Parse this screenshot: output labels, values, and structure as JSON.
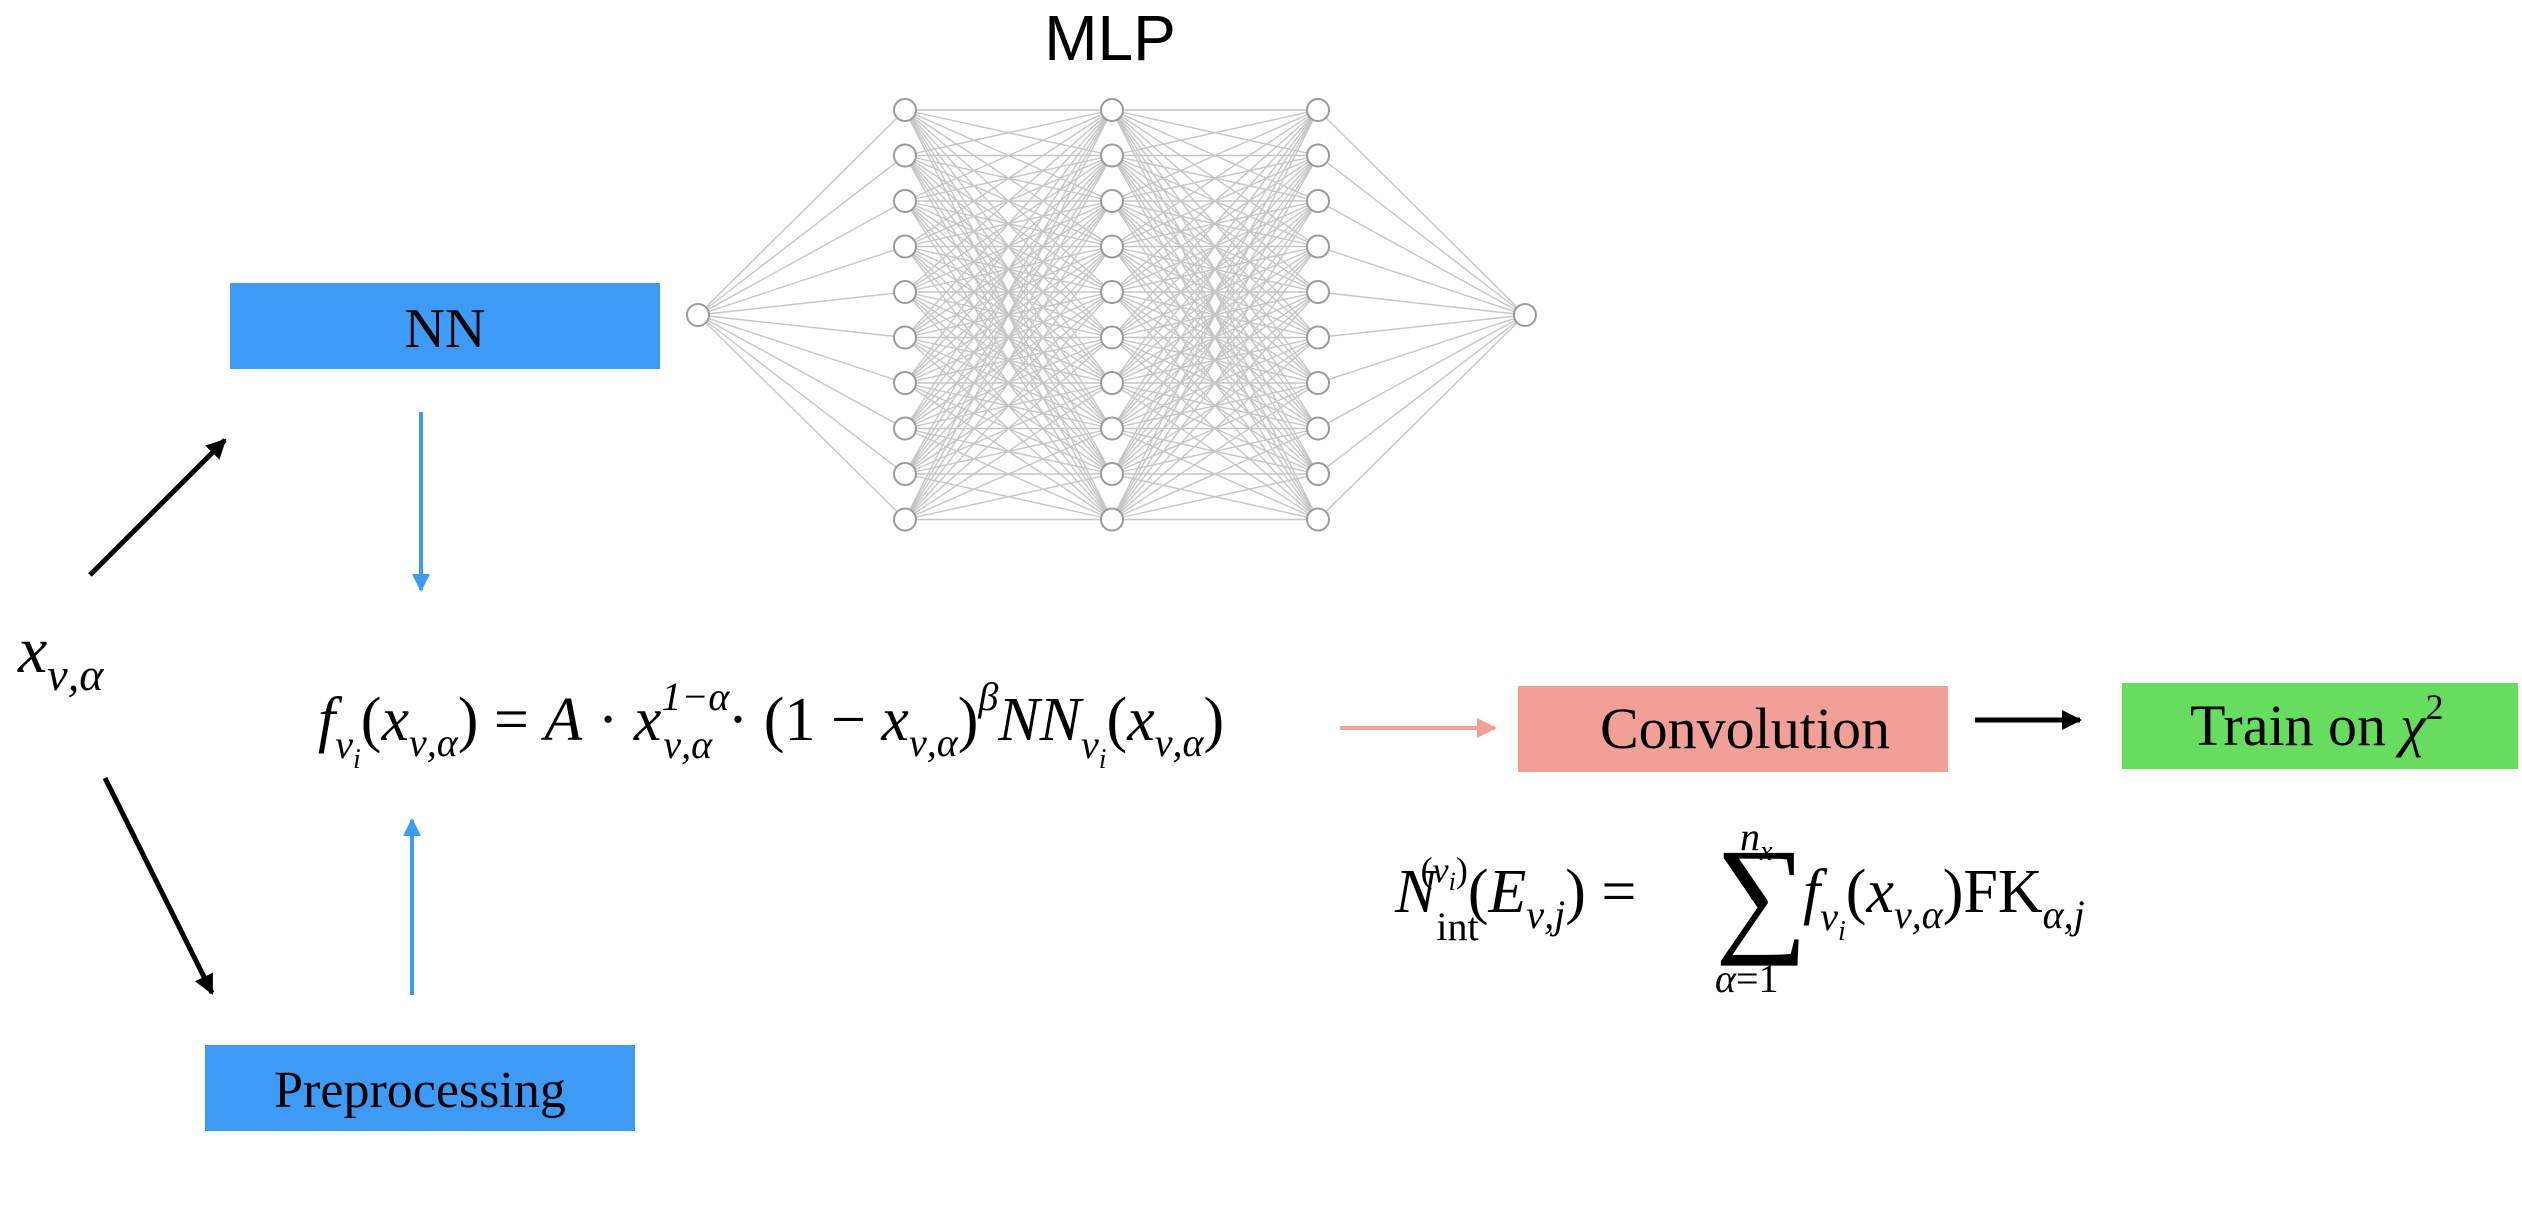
{
  "title": "MLP",
  "boxes": {
    "nn": {
      "label": "NN",
      "color": "#3d9af7"
    },
    "preprocessing": {
      "label": "Preprocessing",
      "color": "#3d9af7"
    },
    "convolution": {
      "label": "Convolution",
      "color": "#f2a097"
    },
    "train": {
      "label": "Train on",
      "symbol": "χ",
      "exponent": "2",
      "color": "#66dd5f"
    }
  },
  "mlp": {
    "layer_sizes": [
      1,
      10,
      10,
      10,
      1
    ],
    "node_stroke": "#9a9a9a",
    "edge_color": "#c6c6c6"
  },
  "input_symbol": {
    "base": "x",
    "subscript": "ν,α"
  },
  "arrow_colors": {
    "black": "#000000",
    "blue": "#3d9af7",
    "red": "#f2a097"
  },
  "equations": {
    "main": "f_{ν_i}(x_{ν,α}) = A · x_{ν,α}^{1−α} · (1 − x_{ν,α})^β NN_{ν_i}(x_{ν,α})",
    "convolution": "N_int^{(ν_i)}(E_{ν,j}) = Σ_{α=1}^{n_x} f_{ν_i}(x_{ν,α}) FK_{α,j}"
  }
}
